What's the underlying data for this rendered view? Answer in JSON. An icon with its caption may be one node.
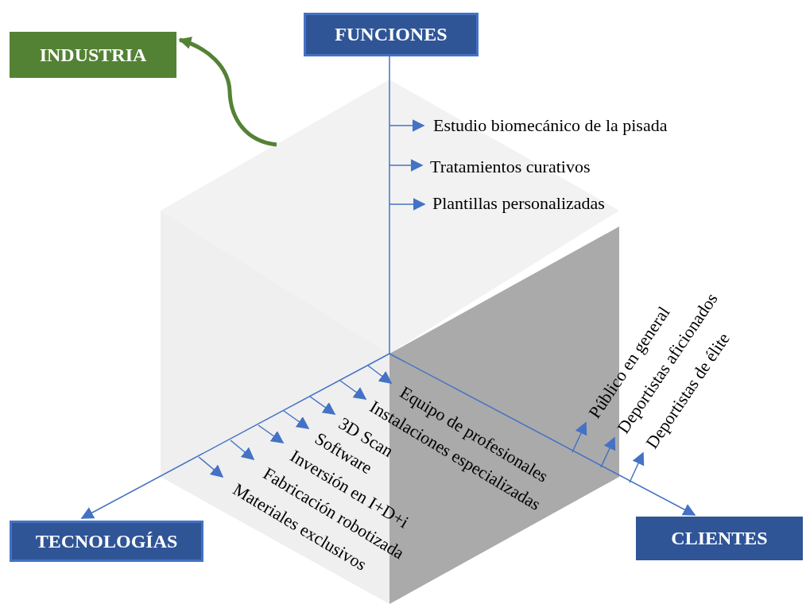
{
  "diagram": {
    "nodes": [
      {
        "text": [
          "INDUSTRIA"
        ]
      },
      {
        "text": [
          "FUNCIONES"
        ]
      },
      {
        "text": [
          "Estudio biomecánico de la pisada"
        ]
      },
      {
        "text": [
          "Tratamientos curativos"
        ]
      },
      {
        "text": [
          "Plantillas personalizadas"
        ]
      },
      {
        "text": [
          "Público en general"
        ]
      },
      {
        "text": [
          "Deportistas aficionados"
        ]
      },
      {
        "text": [
          "Deportistas de élite"
        ]
      },
      {
        "text": [
          "Equipo de profesionales"
        ]
      },
      {
        "text": [
          "Instalaciones especializadas"
        ]
      },
      {
        "text": [
          "3D Scan"
        ]
      },
      {
        "text": [
          "Software"
        ]
      },
      {
        "text": [
          "Inversión en I+D+i"
        ]
      },
      {
        "text": [
          "Fabricación robotizada"
        ]
      },
      {
        "text": [
          "Materiales exclusivos"
        ]
      },
      {
        "text": [
          "TECNOLOGÍAS"
        ]
      },
      {
        "text": [
          "CLIENTES"
        ]
      }
    ],
    "edges": [
      {
        "from": 1,
        "to": null,
        "arrow": "none"
      },
      {
        "from": null,
        "to": 15,
        "arrow": "to"
      },
      {
        "from": null,
        "to": 16,
        "arrow": "to"
      },
      {
        "from": null,
        "to": 0,
        "arrow": "to",
        "style": "thick",
        "color": "#548235"
      },
      {
        "from": null,
        "to": 2,
        "arrow": "to"
      },
      {
        "from": null,
        "to": 3,
        "arrow": "to"
      },
      {
        "from": null,
        "to": 4,
        "arrow": "to"
      },
      {
        "from": null,
        "to": 5,
        "arrow": "to"
      },
      {
        "from": null,
        "to": 6,
        "arrow": "to"
      },
      {
        "from": null,
        "to": 7,
        "arrow": "to"
      },
      {
        "from": null,
        "to": 8,
        "arrow": "to"
      },
      {
        "from": null,
        "to": 9,
        "arrow": "to"
      },
      {
        "from": null,
        "to": 10,
        "arrow": "to"
      },
      {
        "from": null,
        "to": 11,
        "arrow": "to"
      },
      {
        "from": null,
        "to": 12,
        "arrow": "to"
      },
      {
        "from": null,
        "to": 13,
        "arrow": "to"
      },
      {
        "from": null,
        "to": 14,
        "arrow": "to"
      }
    ]
  }
}
